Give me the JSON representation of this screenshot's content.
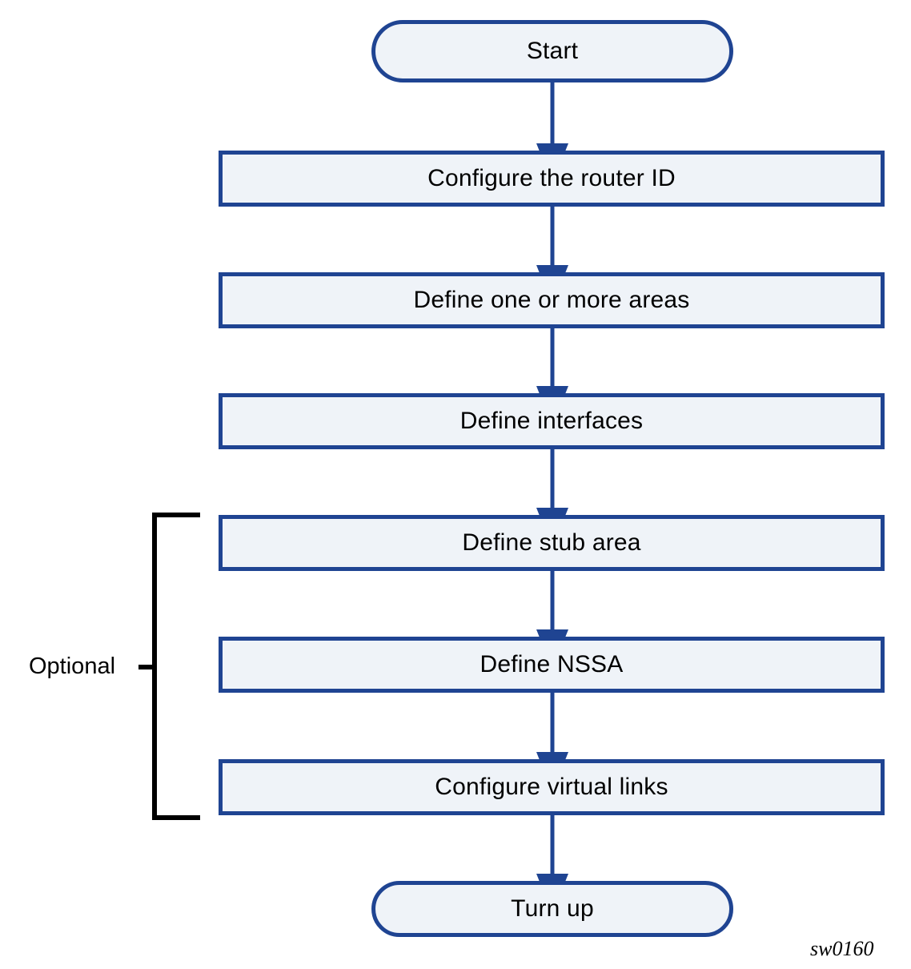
{
  "figure": {
    "caption": "sw0160",
    "colors": {
      "node_border": "#1f4492",
      "node_fill": "#eff3f8",
      "connector": "#1f4492",
      "bracket": "#000000",
      "text": "#000000",
      "background": "#ffffff"
    }
  },
  "nodes": [
    {
      "id": "start",
      "label": "Start",
      "shape": "terminator"
    },
    {
      "id": "router-id",
      "label": "Configure the router ID",
      "shape": "process"
    },
    {
      "id": "areas",
      "label": "Define one or more areas",
      "shape": "process"
    },
    {
      "id": "interfaces",
      "label": "Define interfaces",
      "shape": "process"
    },
    {
      "id": "stub-area",
      "label": "Define stub area",
      "shape": "process"
    },
    {
      "id": "nssa",
      "label": "Define NSSA",
      "shape": "process"
    },
    {
      "id": "virtual-links",
      "label": "Configure virtual links",
      "shape": "process"
    },
    {
      "id": "turn-up",
      "label": "Turn up",
      "shape": "terminator"
    }
  ],
  "bracket": {
    "label": "Optional",
    "covers": [
      "stub-area",
      "nssa",
      "virtual-links"
    ]
  },
  "connectors": [
    {
      "from": "start",
      "to": "router-id"
    },
    {
      "from": "router-id",
      "to": "areas"
    },
    {
      "from": "areas",
      "to": "interfaces"
    },
    {
      "from": "interfaces",
      "to": "stub-area"
    },
    {
      "from": "stub-area",
      "to": "nssa"
    },
    {
      "from": "nssa",
      "to": "virtual-links"
    },
    {
      "from": "virtual-links",
      "to": "turn-up"
    }
  ]
}
